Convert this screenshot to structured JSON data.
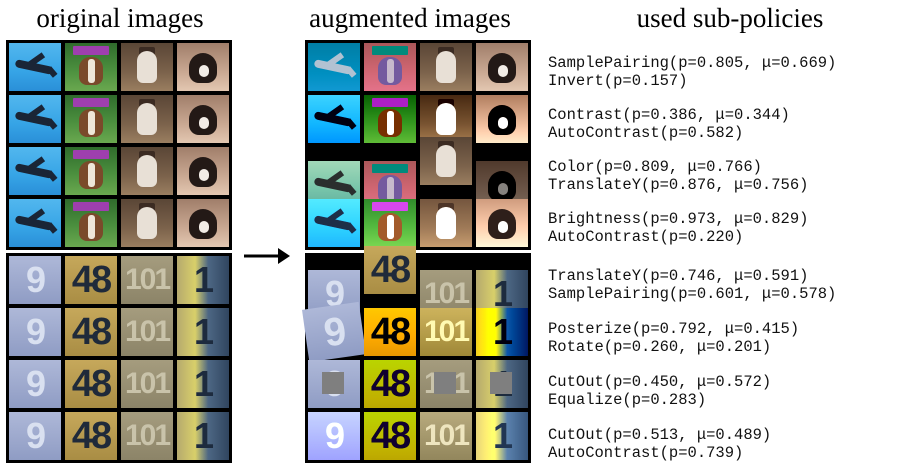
{
  "headers": {
    "original": "original images",
    "augmented": "augmented images",
    "policies": "used sub-policies"
  },
  "policies": [
    [
      "SamplePairing(p=0.805, μ=0.669)",
      "Invert(p=0.157)"
    ],
    [
      "Contrast(p=0.386, μ=0.344)",
      "AutoContrast(p=0.582)"
    ],
    [
      "Color(p=0.809, μ=0.766)",
      "TranslateY(p=0.876, μ=0.756)"
    ],
    [
      "Brightness(p=0.973, μ=0.829)",
      "AutoContrast(p=0.220)"
    ],
    [
      "TranslateY(p=0.746, μ=0.591)",
      "SamplePairing(p=0.601, μ=0.578)"
    ],
    [
      "Posterize(p=0.792, μ=0.415)",
      "Rotate(p=0.260, μ=0.201)"
    ],
    [
      "CutOut(p=0.450, μ=0.572)",
      "Equalize(p=0.283)"
    ],
    [
      "CutOut(p=0.513, μ=0.489)",
      "AutoContrast(p=0.739)"
    ]
  ],
  "digits": [
    "9",
    "48",
    "101",
    "1"
  ],
  "colors": {
    "sky": "#36a4e6",
    "grass": "#4b8f3e",
    "frame": "#000000"
  },
  "icons": {
    "arrow": "right-arrow-icon"
  }
}
